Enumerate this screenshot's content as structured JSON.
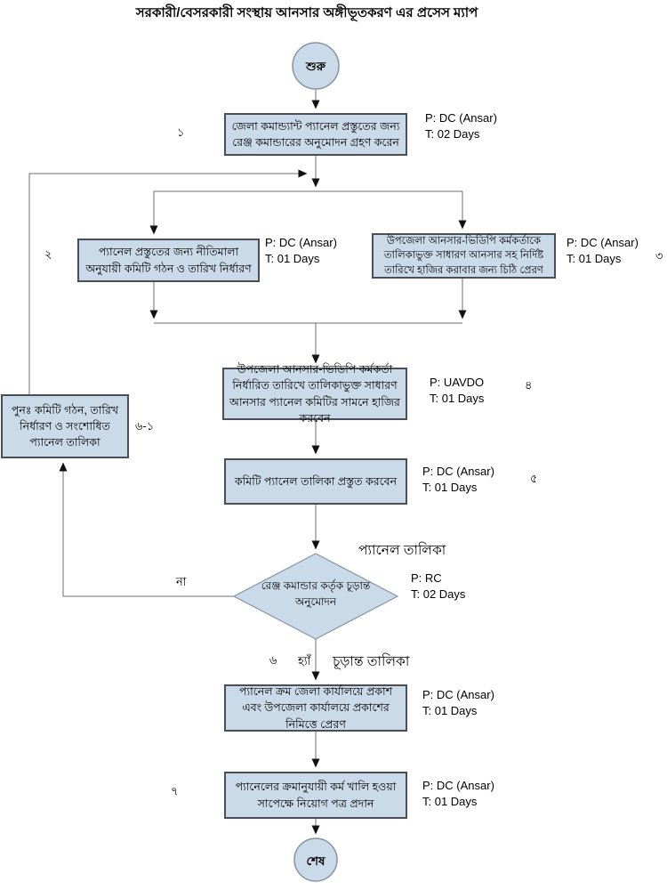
{
  "title": "সরকারী/বেসরকারী সংস্থায় আনসার অঙ্গীভূতকরণ এর প্রসেস ম্যাপ",
  "diagram_type": "flowchart",
  "colors": {
    "node_fill": "#cbdae9",
    "box_border": "#4a4f57",
    "shape_border": "#8494a4",
    "connector": "#6e6e6e",
    "arrowhead": "#111111",
    "text": "#000000",
    "background": "#ffffff"
  },
  "terminators": {
    "start": "শুরু",
    "end": "শেষ"
  },
  "steps": {
    "s1": {
      "text": "জেলা কমান্ড্যান্ট প্যানেল প্রস্তুতের জন্য রেঞ্জ কমান্ডারের অনুমোদন গ্রহণ করেন",
      "p": "P: DC (Ansar)",
      "t": "T: 02 Days",
      "num": "১"
    },
    "s2": {
      "text": "প্যানেল প্রস্তুতের জন্য নীতিমালা অনুযায়ী কমিটি গঠন ও তারিখ নির্ধারণ",
      "p": "P: DC (Ansar)",
      "t": "T: 01 Days",
      "num": "২"
    },
    "s3": {
      "text": "উপজেলা আনসার-ভিডিপি কর্মকর্তাকে তালিকাভুক্ত সাধারণ আনসার সহ নির্দিষ্ট তারিখে হাজির করাবার জন্য চিঠি প্রেরণ",
      "p": "P: DC (Ansar)",
      "t": "T: 01 Days",
      "num": "৩"
    },
    "s4": {
      "text": "উপজেলা আনসার-ভিডিপি কর্মকর্তা নির্ধারিত তারিখে তালিকাভুক্ত সাধারণ আনসার প্যানেল কমিটির সামনে হাজির করবেন",
      "p": "P: UAVDO",
      "t": "T: 01 Days",
      "num": "৪"
    },
    "s5": {
      "text": "কমিটি প্যানেল তালিকা প্রস্তুত করবেন",
      "p": "P: DC (Ansar)",
      "t": "T: 01 Days",
      "num": "৫"
    },
    "rework": {
      "text": "পুনঃ  কমিটি গঠন, তারিখ নির্ধারণ ও সংশোধিত প্যানেল তালিকা",
      "num": "৬-১"
    },
    "decision": {
      "text": "রেঞ্জ কমান্ডার কর্তৃক চূড়ান্ত অনুমোদন",
      "p": "P: RC",
      "t": "T: 02 Days",
      "num": "৬"
    },
    "s6": {
      "text": "প্যানেল ক্রম জেলা কার্যালয়ে প্রকাশ এবং উপজেলা কার্যালয়ে প্রকাশের নিমিত্তে প্রেরণ",
      "p": "P: DC (Ansar)",
      "t": "T: 01 Days"
    },
    "s7": {
      "text": "প্যানেলের ক্রমানুযায়ী কর্ম খালি হওয়া সাপেক্ষে নিয়োগ পত্র প্রদান",
      "p": "P: DC (Ansar)",
      "t": "T: 01 Days",
      "num": "৭"
    }
  },
  "edge_labels": {
    "no": "না",
    "yes": "হ্যাঁ",
    "panel_list": "প্যানেল তালিকা",
    "final_list": "চূড়ান্ত তালিকা"
  }
}
